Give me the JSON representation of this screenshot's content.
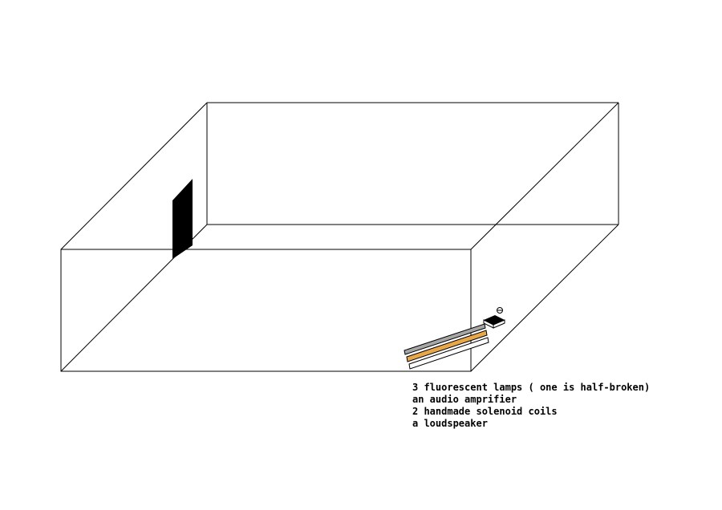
{
  "colors": {
    "background": "#ffffff",
    "line": "#000000",
    "door": "#000000",
    "lamp_gray": "#a6a6a6",
    "lamp_orange": "#e8a84a",
    "lamp_white": "#ffffff"
  },
  "items": [
    {
      "text": "3 fluorescent lamps ( one is half-broken)"
    },
    {
      "text": "an audio amprifier"
    },
    {
      "text": "2 handmade solenoid coils"
    },
    {
      "text": "a loudspeaker"
    }
  ]
}
